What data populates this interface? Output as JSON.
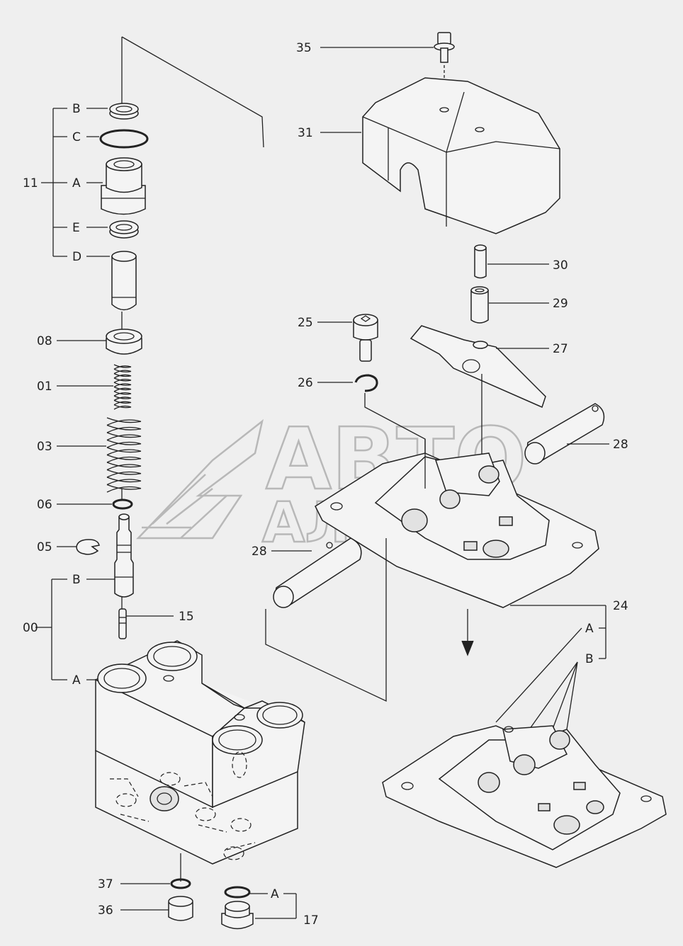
{
  "labels": {
    "l35": "35",
    "l31": "31",
    "l30": "30",
    "l29": "29",
    "l27": "27",
    "l25": "25",
    "l26": "26",
    "l28a": "28",
    "l28b": "28",
    "l24": "24",
    "l24A": "A",
    "l24B": "B",
    "l11": "11",
    "l11B": "B",
    "l11C": "C",
    "l11A": "A",
    "l11E": "E",
    "l11D": "D",
    "l08": "08",
    "l01": "01",
    "l03": "03",
    "l06": "06",
    "l05": "05",
    "l00": "00",
    "l00B": "B",
    "l00A": "A",
    "l15": "15",
    "l37": "37",
    "l36": "36",
    "l17": "17",
    "l17A": "A"
  },
  "watermark": {
    "line1": "АВТО",
    "line2": "АЛЬЯНС"
  }
}
